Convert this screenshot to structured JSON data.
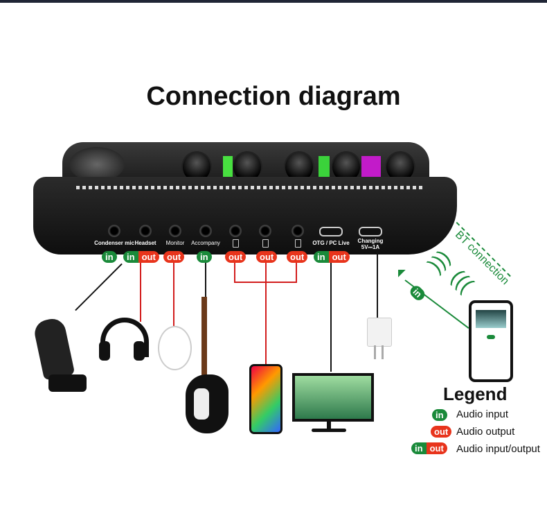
{
  "title": "Connection diagram",
  "ports": [
    {
      "label": "Condenser mic",
      "icon": "jack",
      "badges": [
        "in"
      ]
    },
    {
      "label": "Headset",
      "icon": "jack",
      "badges": [
        "in",
        "out"
      ]
    },
    {
      "label": "Monitor",
      "icon": "jack",
      "badges": [
        "out"
      ]
    },
    {
      "label": "Accompany",
      "icon": "jack",
      "badges": [
        "in"
      ]
    },
    {
      "label": "",
      "icon": "phone-icon",
      "badges": [
        "out"
      ]
    },
    {
      "label": "",
      "icon": "phone-icon",
      "badges": [
        "out"
      ]
    },
    {
      "label": "",
      "icon": "phone-icon",
      "badges": [
        "out"
      ]
    },
    {
      "label": "OTG / PC Live",
      "icon": "usb-c",
      "badges": [
        "in",
        "out"
      ]
    },
    {
      "label": "Changing 5V⎓1A",
      "icon": "usb-c",
      "badges": []
    }
  ],
  "badge_text": {
    "in": "in",
    "out": "out"
  },
  "bt": {
    "label": "BT connection",
    "badge": "in"
  },
  "legend": {
    "title": "Legend",
    "items": [
      {
        "badges": [
          "in"
        ],
        "label": "Audio input"
      },
      {
        "badges": [
          "out"
        ],
        "label": "Audio output"
      },
      {
        "badges": [
          "in",
          "out"
        ],
        "label": "Audio input/output"
      }
    ]
  },
  "colors": {
    "in": "#1a8a3a",
    "out": "#e8341c",
    "wire_red": "#d21c1c"
  }
}
